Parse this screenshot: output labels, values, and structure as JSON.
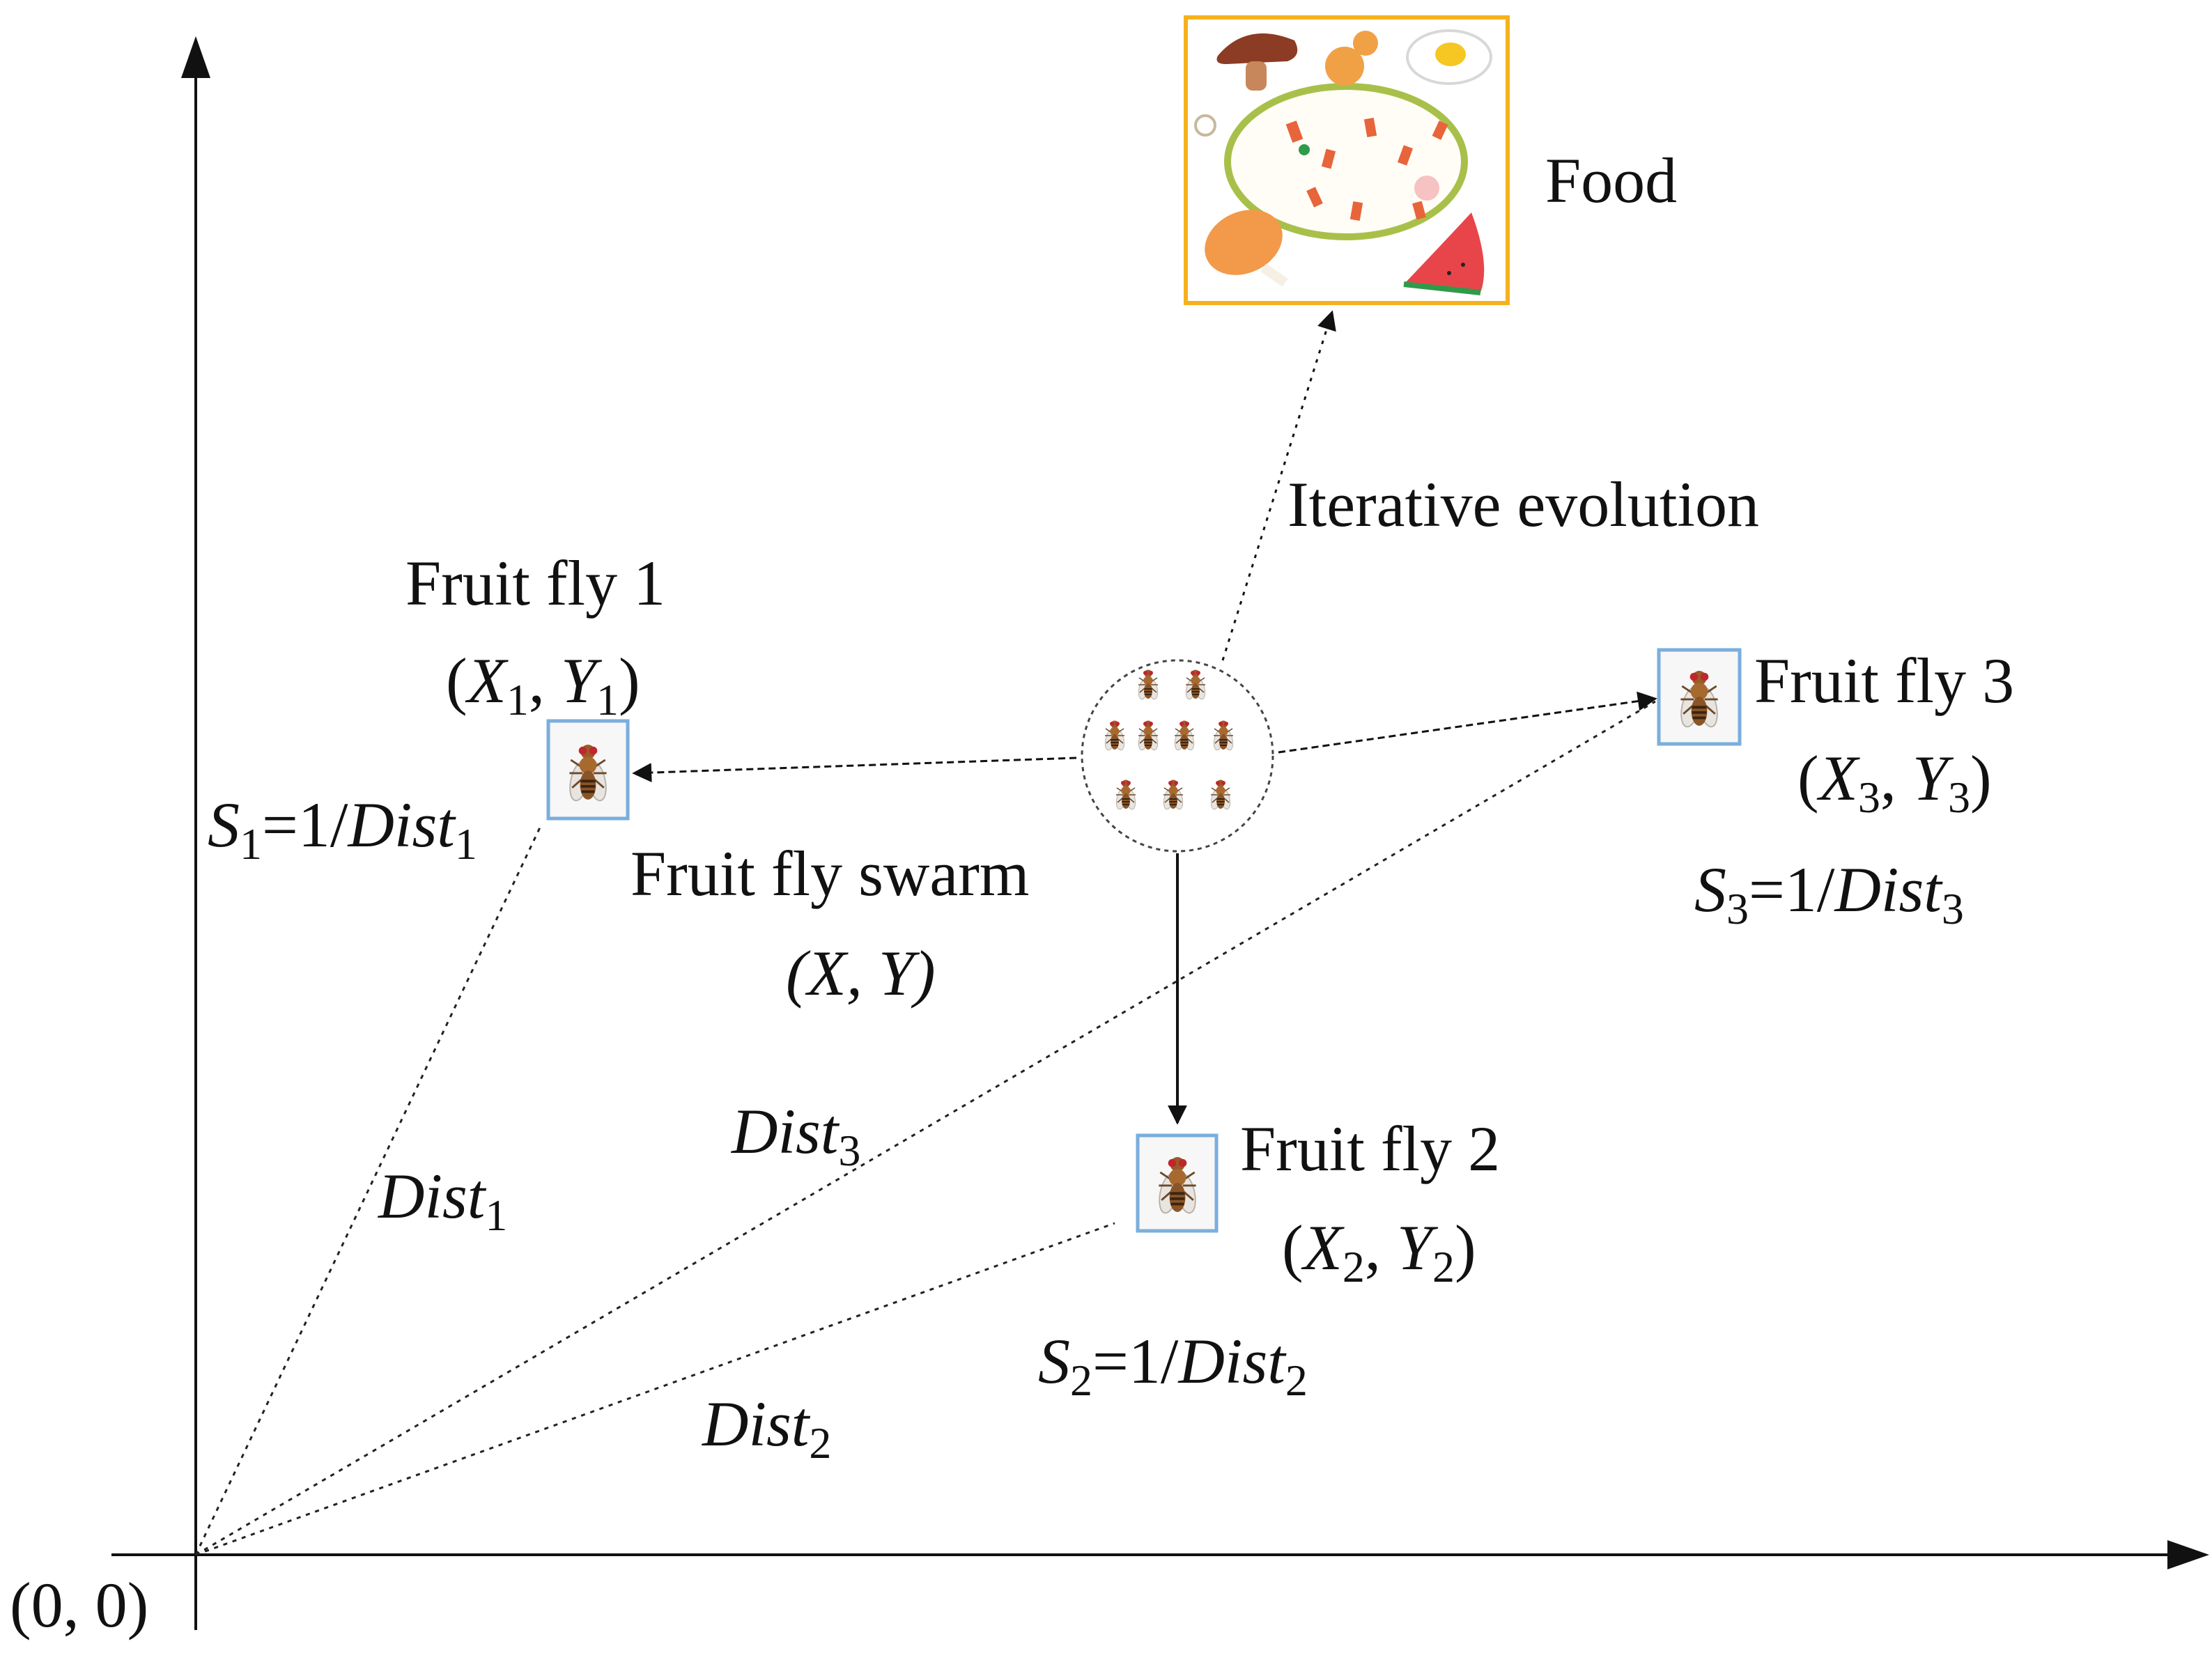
{
  "colors": {
    "food_border": "#f5b21c",
    "fly_box_border": "#7aaedc",
    "line": "#111111",
    "swarm_circle": "#444444"
  },
  "labels": {
    "food": "Food",
    "iterative_evolution": "Iterative evolution",
    "swarm_title": "Fruit fly swarm",
    "swarm_coord": "(X, Y)",
    "origin": "(0, 0)"
  },
  "fly1": {
    "title": "Fruit fly 1",
    "x": "X",
    "y": "Y",
    "sub": "1",
    "s": "S",
    "dist": "Dist"
  },
  "fly2": {
    "title": "Fruit fly 2",
    "x": "X",
    "y": "Y",
    "sub": "2",
    "s": "S",
    "dist": "Dist"
  },
  "fly3": {
    "title": "Fruit fly 3",
    "x": "X",
    "y": "Y",
    "sub": "3",
    "s": "S",
    "dist": "Dist"
  },
  "formula_mid": "=1/",
  "icons": {
    "food": "food-platter-icon",
    "fly": "fruit-fly-icon",
    "swarm": "fruit-fly-swarm-icon"
  }
}
